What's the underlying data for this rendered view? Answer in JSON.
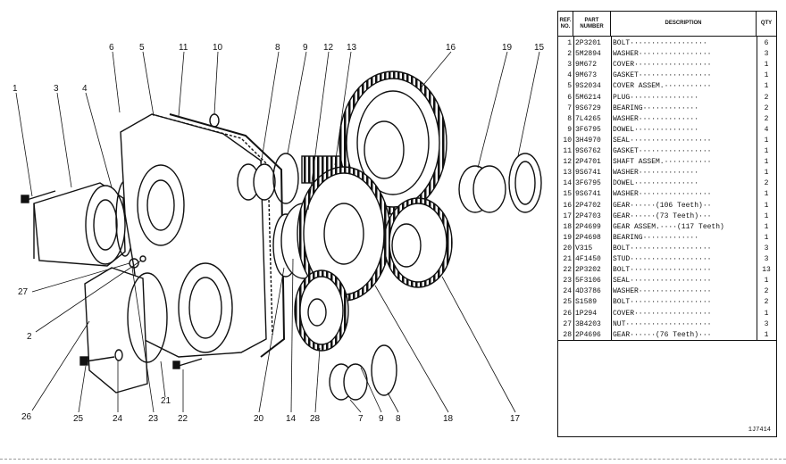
{
  "callouts": [
    {
      "id": "c1",
      "text": "1"
    },
    {
      "id": "c3",
      "text": "3"
    },
    {
      "id": "c4",
      "text": "4"
    },
    {
      "id": "c6",
      "text": "6"
    },
    {
      "id": "c5",
      "text": "5"
    },
    {
      "id": "c11",
      "text": "11"
    },
    {
      "id": "c10",
      "text": "10"
    },
    {
      "id": "c8a",
      "text": "8"
    },
    {
      "id": "c9a",
      "text": "9"
    },
    {
      "id": "c12",
      "text": "12"
    },
    {
      "id": "c13",
      "text": "13"
    },
    {
      "id": "c16",
      "text": "16"
    },
    {
      "id": "c19",
      "text": "19"
    },
    {
      "id": "c15",
      "text": "15"
    },
    {
      "id": "c27",
      "text": "27"
    },
    {
      "id": "c2",
      "text": "2"
    },
    {
      "id": "c26",
      "text": "26"
    },
    {
      "id": "c25",
      "text": "25"
    },
    {
      "id": "c24",
      "text": "24"
    },
    {
      "id": "c23",
      "text": "23"
    },
    {
      "id": "c21",
      "text": "21"
    },
    {
      "id": "c22",
      "text": "22"
    },
    {
      "id": "c20",
      "text": "20"
    },
    {
      "id": "c14",
      "text": "14"
    },
    {
      "id": "c28",
      "text": "28"
    },
    {
      "id": "c7",
      "text": "7"
    },
    {
      "id": "c9b",
      "text": "9"
    },
    {
      "id": "c8b",
      "text": "8"
    },
    {
      "id": "c18",
      "text": "18"
    },
    {
      "id": "c17",
      "text": "17"
    }
  ],
  "table": {
    "headers": {
      "ref": "REF. NO.",
      "part": "PART NUMBER",
      "desc": "DESCRIPTION",
      "qty": "QTY"
    },
    "rows": [
      {
        "ref": "1",
        "pn": "2P3201",
        "desc": "BOLT··················",
        "qty": "6"
      },
      {
        "ref": "2",
        "pn": "5M2894",
        "desc": "WASHER·················",
        "qty": "3"
      },
      {
        "ref": "3",
        "pn": "9M672",
        "desc": "COVER··················",
        "qty": "1"
      },
      {
        "ref": "4",
        "pn": "9M673",
        "desc": "GASKET·················",
        "qty": "1"
      },
      {
        "ref": "5",
        "pn": "9S2034",
        "desc": "COVER ASSEM.···········",
        "qty": "1"
      },
      {
        "ref": "6",
        "pn": "5M6214",
        "desc": "  PLUG················",
        "qty": "2"
      },
      {
        "ref": "7",
        "pn": "9S6729",
        "desc": "  BEARING·············",
        "qty": "2"
      },
      {
        "ref": "8",
        "pn": "7L4265",
        "desc": "  WASHER··············",
        "qty": "2"
      },
      {
        "ref": "9",
        "pn": "3F6795",
        "desc": "  DOWEL···············",
        "qty": "4"
      },
      {
        "ref": "10",
        "pn": "3H4970",
        "desc": "SEAL···················",
        "qty": "1"
      },
      {
        "ref": "11",
        "pn": "9S6762",
        "desc": "GASKET·················",
        "qty": "1"
      },
      {
        "ref": "12",
        "pn": "2P4701",
        "desc": "SHAFT ASSEM.···········",
        "qty": "1"
      },
      {
        "ref": "13",
        "pn": "9S6741",
        "desc": "  WASHER··············",
        "qty": "1"
      },
      {
        "ref": "14",
        "pn": "3F6795",
        "desc": "  DOWEL···············",
        "qty": "2"
      },
      {
        "ref": "15",
        "pn": "9S6741",
        "desc": "WASHER·················",
        "qty": "1"
      },
      {
        "ref": "16",
        "pn": "2P4702",
        "desc": "GEAR······(106 Teeth)··",
        "qty": "1"
      },
      {
        "ref": "17",
        "pn": "2P4703",
        "desc": "GEAR······(73 Teeth)···",
        "qty": "1"
      },
      {
        "ref": "18",
        "pn": "2P4699",
        "desc": "GEAR ASSEM.····(117 Teeth)",
        "qty": "1"
      },
      {
        "ref": "19",
        "pn": "2P4698",
        "desc": "  BEARING·············",
        "qty": "1"
      },
      {
        "ref": "20",
        "pn": "V315",
        "desc": "BOLT···················",
        "qty": "3"
      },
      {
        "ref": "21",
        "pn": "4F1450",
        "desc": "STUD···················",
        "qty": "3"
      },
      {
        "ref": "22",
        "pn": "2P3202",
        "desc": "BOLT···················",
        "qty": "13"
      },
      {
        "ref": "23",
        "pn": "5F3106",
        "desc": "SEAL···················",
        "qty": "1"
      },
      {
        "ref": "24",
        "pn": "4D3786",
        "desc": "WASHER·················",
        "qty": "2"
      },
      {
        "ref": "25",
        "pn": "S1589",
        "desc": "BOLT···················",
        "qty": "2"
      },
      {
        "ref": "26",
        "pn": "1P294",
        "desc": "COVER··················",
        "qty": "1"
      },
      {
        "ref": "27",
        "pn": "3B4203",
        "desc": "NUT····················",
        "qty": "3"
      },
      {
        "ref": "28",
        "pn": "2P4696",
        "desc": "GEAR······(76 Teeth)···",
        "qty": "1"
      }
    ]
  },
  "drawing_code": "1J7414"
}
